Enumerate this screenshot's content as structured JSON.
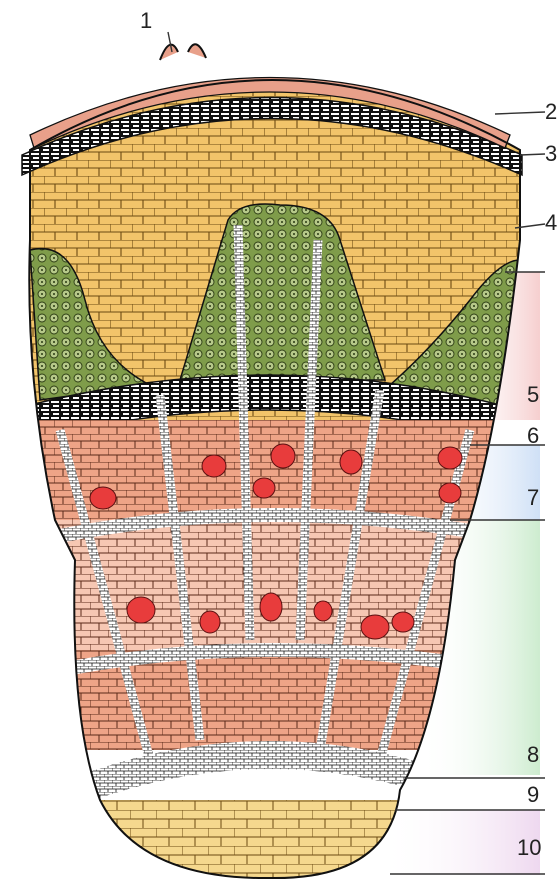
{
  "diagram": {
    "labels": [
      {
        "id": "1",
        "text": "1"
      },
      {
        "id": "2",
        "text": "2"
      },
      {
        "id": "3",
        "text": "3"
      },
      {
        "id": "4",
        "text": "4"
      },
      {
        "id": "5",
        "text": "5"
      },
      {
        "id": "6",
        "text": "6"
      },
      {
        "id": "7",
        "text": "7"
      },
      {
        "id": "8",
        "text": "8"
      },
      {
        "id": "9",
        "text": "9"
      },
      {
        "id": "10",
        "text": "10"
      }
    ],
    "colors": {
      "periderm": "#e8a08a",
      "cork_band": "#111111",
      "cortex_parenchyma": "#f2c46a",
      "cortex_light": "#f7dc95",
      "collenchyma": "#7f9c4a",
      "collenchyma_light": "#b7c98a",
      "phloem": "#eea487",
      "phloem_light": "#f6c7b3",
      "secretory_cell": "#e83c3c",
      "cambium": "#ffffff",
      "xylem": "#f5d88e",
      "bracket_pink": "#f6cfcf",
      "bracket_blue": "#cfe0f6",
      "bracket_green": "#cdeccf",
      "bracket_lilac": "#eed8ef",
      "outline": "#111111"
    }
  }
}
